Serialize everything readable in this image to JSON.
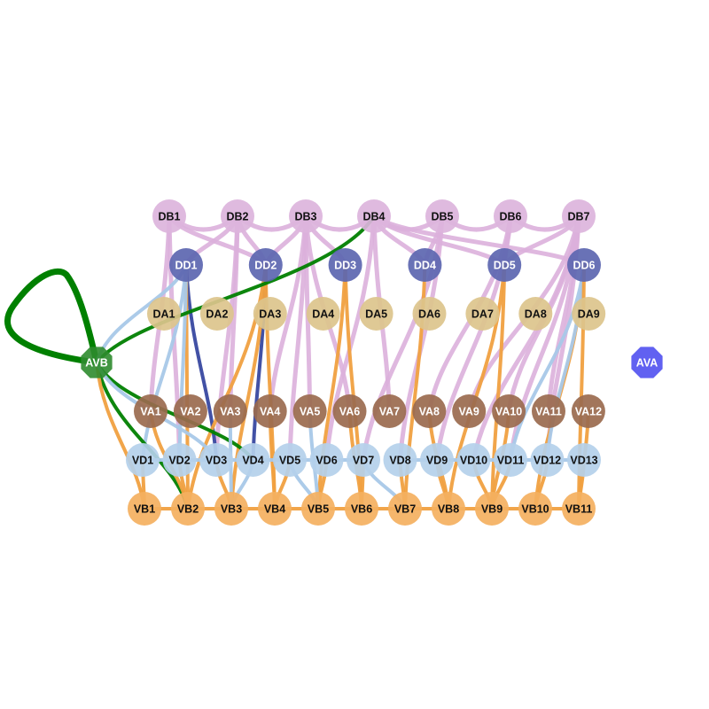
{
  "colors": {
    "background": "#ffffff",
    "DB": "#dcb4dc",
    "DD": "#5c66b0",
    "DA": "#dcc48c",
    "VA": "#9a6a4e",
    "VD": "#b4d0ea",
    "VB": "#f4b060",
    "AVB": "#2e8b2e",
    "AVA": "#5050f0",
    "edge_pink": "#dcb0dc",
    "edge_orange": "#f0a040",
    "edge_lightblue": "#a8c8e8",
    "edge_darkblue": "#3848a0",
    "edge_green": "#008000"
  },
  "groups": {
    "DB": [
      "DB1",
      "DB2",
      "DB3",
      "DB4",
      "DB5",
      "DB6",
      "DB7"
    ],
    "DD": [
      "DD1",
      "DD2",
      "DD3",
      "DD4",
      "DD5",
      "DD6"
    ],
    "DA": [
      "DA1",
      "DA2",
      "DA3",
      "DA4",
      "DA5",
      "DA6",
      "DA7",
      "DA8",
      "DA9"
    ],
    "VA": [
      "VA1",
      "VA2",
      "VA3",
      "VA4",
      "VA5",
      "VA6",
      "VA7",
      "VA8",
      "VA9",
      "VA10",
      "VA11",
      "VA12"
    ],
    "VD": [
      "VD1",
      "VD2",
      "VD3",
      "VD4",
      "VD5",
      "VD6",
      "VD7",
      "VD8",
      "VD9",
      "VD10",
      "VD11",
      "VD12",
      "VD13"
    ],
    "VB": [
      "VB1",
      "VB2",
      "VB3",
      "VB4",
      "VB5",
      "VB6",
      "VB7",
      "VB8",
      "VB9",
      "VB10",
      "VB11"
    ]
  },
  "hubs": {
    "AVB": "AVB",
    "AVA": "AVA"
  },
  "edges": [
    {
      "from": "DB1",
      "to": "DB2",
      "color": "edge_pink"
    },
    {
      "from": "DB2",
      "to": "DB3",
      "color": "edge_pink"
    },
    {
      "from": "DB3",
      "to": "DB4",
      "color": "edge_pink"
    },
    {
      "from": "DB4",
      "to": "DB5",
      "color": "edge_pink"
    },
    {
      "from": "DB5",
      "to": "DB6",
      "color": "edge_pink"
    },
    {
      "from": "DB6",
      "to": "DB7",
      "color": "edge_pink"
    },
    {
      "from": "DB1",
      "to": "DD2",
      "color": "edge_pink"
    },
    {
      "from": "DB1",
      "to": "VA1",
      "color": "edge_pink"
    },
    {
      "from": "DB1",
      "to": "VD2",
      "color": "edge_pink"
    },
    {
      "from": "DB2",
      "to": "DD1",
      "color": "edge_pink"
    },
    {
      "from": "DB2",
      "to": "DD2",
      "color": "edge_pink"
    },
    {
      "from": "DB2",
      "to": "VA3",
      "color": "edge_pink"
    },
    {
      "from": "DB2",
      "to": "VD3",
      "color": "edge_pink"
    },
    {
      "from": "DB3",
      "to": "DD2",
      "color": "edge_pink"
    },
    {
      "from": "DB3",
      "to": "DD3",
      "color": "edge_pink"
    },
    {
      "from": "DB3",
      "to": "VA4",
      "color": "edge_pink"
    },
    {
      "from": "DB3",
      "to": "VA5",
      "color": "edge_pink"
    },
    {
      "from": "DB3",
      "to": "VD5",
      "color": "edge_pink"
    },
    {
      "from": "DB3",
      "to": "VA6",
      "color": "edge_pink"
    },
    {
      "from": "DB4",
      "to": "DD4",
      "color": "edge_pink"
    },
    {
      "from": "DB4",
      "to": "DD5",
      "color": "edge_pink"
    },
    {
      "from": "DB4",
      "to": "DD6",
      "color": "edge_pink"
    },
    {
      "from": "DB4",
      "to": "VD6",
      "color": "edge_pink"
    },
    {
      "from": "DB4",
      "to": "VA7",
      "color": "edge_pink"
    },
    {
      "from": "DB5",
      "to": "DD4",
      "color": "edge_pink"
    },
    {
      "from": "DB5",
      "to": "VD7",
      "color": "edge_pink"
    },
    {
      "from": "DB5",
      "to": "VD8",
      "color": "edge_pink"
    },
    {
      "from": "DB6",
      "to": "DD5",
      "color": "edge_pink"
    },
    {
      "from": "DB6",
      "to": "VA8",
      "color": "edge_pink"
    },
    {
      "from": "DB6",
      "to": "VD9",
      "color": "edge_pink"
    },
    {
      "from": "DB7",
      "to": "DD5",
      "color": "edge_pink"
    },
    {
      "from": "DB7",
      "to": "VA9",
      "color": "edge_pink"
    },
    {
      "from": "DB7",
      "to": "VA10",
      "color": "edge_pink"
    },
    {
      "from": "DB7",
      "to": "VA11",
      "color": "edge_pink"
    },
    {
      "from": "DB7",
      "to": "VD10",
      "color": "edge_pink"
    },
    {
      "from": "DB7",
      "to": "VD11",
      "color": "edge_pink"
    },
    {
      "from": "DB7",
      "to": "VD12",
      "color": "edge_pink"
    },
    {
      "from": "DD1",
      "to": "VD3",
      "color": "edge_darkblue"
    },
    {
      "from": "DD1",
      "to": "VD1",
      "color": "edge_lightblue"
    },
    {
      "from": "DD1",
      "to": "VB2",
      "color": "edge_orange"
    },
    {
      "from": "DD1",
      "to": "VD2",
      "color": "edge_lightblue"
    },
    {
      "from": "DD2",
      "to": "VD4",
      "color": "edge_darkblue"
    },
    {
      "from": "DD2",
      "to": "VB3",
      "color": "edge_orange"
    },
    {
      "from": "DD2",
      "to": "VB4",
      "color": "edge_orange"
    },
    {
      "from": "DD2",
      "to": "VB2",
      "color": "edge_orange"
    },
    {
      "from": "DD3",
      "to": "VB5",
      "color": "edge_orange"
    },
    {
      "from": "DD3",
      "to": "VB6",
      "color": "edge_orange"
    },
    {
      "from": "DD4",
      "to": "VB7",
      "color": "edge_orange"
    },
    {
      "from": "DD5",
      "to": "VB8",
      "color": "edge_orange"
    },
    {
      "from": "DD5",
      "to": "VB9",
      "color": "edge_orange"
    },
    {
      "from": "DD6",
      "to": "VB10",
      "color": "edge_orange"
    },
    {
      "from": "DD6",
      "to": "VD11",
      "color": "edge_lightblue"
    },
    {
      "from": "DD6",
      "to": "VD12",
      "color": "edge_lightblue"
    },
    {
      "from": "DD6",
      "to": "VB11",
      "color": "edge_orange"
    },
    {
      "from": "DB4",
      "to": "AVB",
      "color": "edge_green"
    },
    {
      "from": "AVB",
      "to": "VB2",
      "color": "edge_green"
    },
    {
      "from": "AVB",
      "to": "VD4",
      "color": "edge_green"
    },
    {
      "from": "AVB",
      "to": "VB1",
      "color": "edge_orange"
    },
    {
      "from": "AVB",
      "to": "VD3",
      "color": "edge_lightblue"
    },
    {
      "from": "AVB",
      "to": "DD1",
      "color": "edge_lightblue"
    },
    {
      "from": "VB1",
      "to": "VB2",
      "color": "edge_orange"
    },
    {
      "from": "VB2",
      "to": "VB3",
      "color": "edge_orange"
    },
    {
      "from": "VB3",
      "to": "VB4",
      "color": "edge_orange"
    },
    {
      "from": "VB4",
      "to": "VB5",
      "color": "edge_orange"
    },
    {
      "from": "VB5",
      "to": "VB6",
      "color": "edge_orange"
    },
    {
      "from": "VB6",
      "to": "VB7",
      "color": "edge_orange"
    },
    {
      "from": "VB7",
      "to": "VB8",
      "color": "edge_orange"
    },
    {
      "from": "VB8",
      "to": "VB9",
      "color": "edge_orange"
    },
    {
      "from": "VB9",
      "to": "VB10",
      "color": "edge_orange"
    },
    {
      "from": "VB10",
      "to": "VB11",
      "color": "edge_orange"
    },
    {
      "from": "VD1",
      "to": "VB1",
      "color": "edge_orange"
    },
    {
      "from": "VD2",
      "to": "VB2",
      "color": "edge_orange"
    },
    {
      "from": "VD3",
      "to": "VB3",
      "color": "edge_orange"
    },
    {
      "from": "VD4",
      "to": "VB3",
      "color": "edge_lightblue"
    },
    {
      "from": "VD5",
      "to": "VB4",
      "color": "edge_orange"
    },
    {
      "from": "VD5",
      "to": "VB5",
      "color": "edge_lightblue"
    },
    {
      "from": "VD6",
      "to": "VB5",
      "color": "edge_orange"
    },
    {
      "from": "VD7",
      "to": "VB6",
      "color": "edge_orange"
    },
    {
      "from": "VD7",
      "to": "VB7",
      "color": "edge_lightblue"
    },
    {
      "from": "VD8",
      "to": "VB7",
      "color": "edge_orange"
    },
    {
      "from": "VD9",
      "to": "VB8",
      "color": "edge_orange"
    },
    {
      "from": "VD10",
      "to": "VB9",
      "color": "edge_orange"
    },
    {
      "from": "VD11",
      "to": "VB9",
      "color": "edge_orange"
    },
    {
      "from": "VD12",
      "to": "VB10",
      "color": "edge_orange"
    },
    {
      "from": "VD13",
      "to": "VB11",
      "color": "edge_orange"
    },
    {
      "from": "VA1",
      "to": "VB2",
      "color": "edge_orange"
    },
    {
      "from": "VA3",
      "to": "VB3",
      "color": "edge_lightblue"
    },
    {
      "from": "VA4",
      "to": "VB4",
      "color": "edge_orange"
    },
    {
      "from": "VA5",
      "to": "VB5",
      "color": "edge_lightblue"
    },
    {
      "from": "VA6",
      "to": "VB6",
      "color": "edge_orange"
    },
    {
      "from": "VA8",
      "to": "VB8",
      "color": "edge_orange"
    },
    {
      "from": "VA10",
      "to": "VB9",
      "color": "edge_orange"
    },
    {
      "from": "VA12",
      "to": "VB11",
      "color": "edge_orange"
    },
    {
      "from": "VD1",
      "to": "VD2",
      "color": "edge_lightblue"
    },
    {
      "from": "VD2",
      "to": "VD3",
      "color": "edge_lightblue"
    },
    {
      "from": "VD3",
      "to": "VD4",
      "color": "edge_lightblue"
    },
    {
      "from": "VD4",
      "to": "VD5",
      "color": "edge_lightblue"
    },
    {
      "from": "VD5",
      "to": "VD6",
      "color": "edge_lightblue"
    },
    {
      "from": "VD6",
      "to": "VD7",
      "color": "edge_lightblue"
    },
    {
      "from": "VD8",
      "to": "VD9",
      "color": "edge_lightblue"
    },
    {
      "from": "VD9",
      "to": "VD10",
      "color": "edge_lightblue"
    },
    {
      "from": "VD10",
      "to": "VD11",
      "color": "edge_lightblue"
    },
    {
      "from": "VD11",
      "to": "VD12",
      "color": "edge_lightblue"
    },
    {
      "from": "VD12",
      "to": "VD13",
      "color": "edge_lightblue"
    }
  ]
}
